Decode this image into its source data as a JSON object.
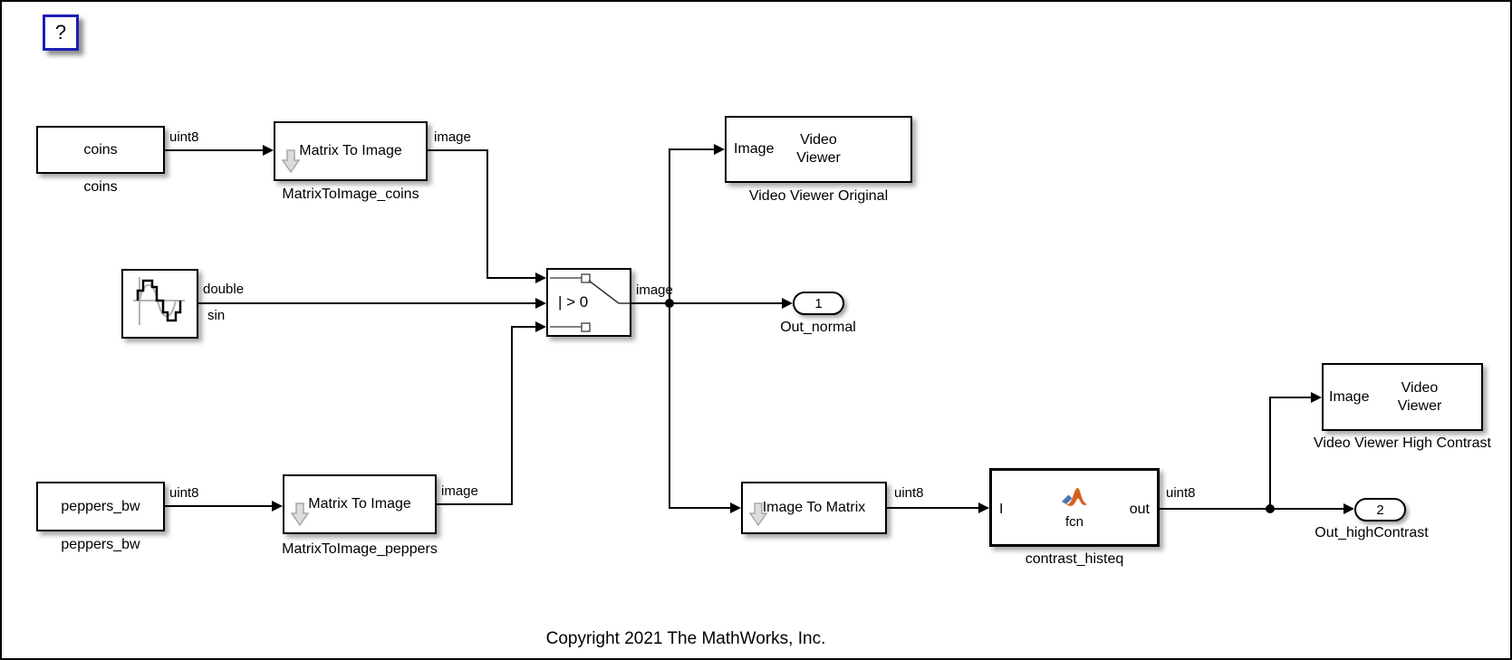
{
  "colors": {
    "help_border": "#1d1db5",
    "matlab_orange": "#d95f1e",
    "matlab_blue": "#4a77b0",
    "icon_gray": "#dcdcdc"
  },
  "help": {
    "label": "?"
  },
  "footer": {
    "copyright": "Copyright 2021 The MathWorks, Inc."
  },
  "blocks": {
    "coins": {
      "text": "coins",
      "caption": "coins"
    },
    "matrixToImageCoins": {
      "text": "Matrix To Image",
      "caption": "MatrixToImage_coins"
    },
    "switch": {
      "criteria": "| > 0"
    },
    "videoViewerOriginal": {
      "port_in": "Image",
      "title1": "Video",
      "title2": "Viewer",
      "caption": "Video Viewer Original"
    },
    "outNormal": {
      "index": "1",
      "caption": "Out_normal"
    },
    "peppers": {
      "text": "peppers_bw",
      "caption": "peppers_bw"
    },
    "matrixToImagePeppers": {
      "text": "Matrix To Image",
      "caption": "MatrixToImage_peppers"
    },
    "imageToMatrix": {
      "text": "Image To Matrix"
    },
    "contrastHisteq": {
      "port_in": "I",
      "port_out": "out",
      "fcn": "fcn",
      "caption": "contrast_histeq"
    },
    "videoViewerHigh": {
      "port_in": "Image",
      "title1": "Video",
      "title2": "Viewer",
      "caption": "Video Viewer High Contrast"
    },
    "outHigh": {
      "index": "2",
      "caption": "Out_highContrast"
    }
  },
  "signals": {
    "coins_dtype": "uint8",
    "m2i_coins_out": "image",
    "sine_dtype": "double",
    "sine_name": "sin",
    "switch_out": "image",
    "peppers_dtype": "uint8",
    "m2i_peppers_out": "image",
    "i2m_dtype": "uint8",
    "contrast_dtype": "uint8"
  }
}
